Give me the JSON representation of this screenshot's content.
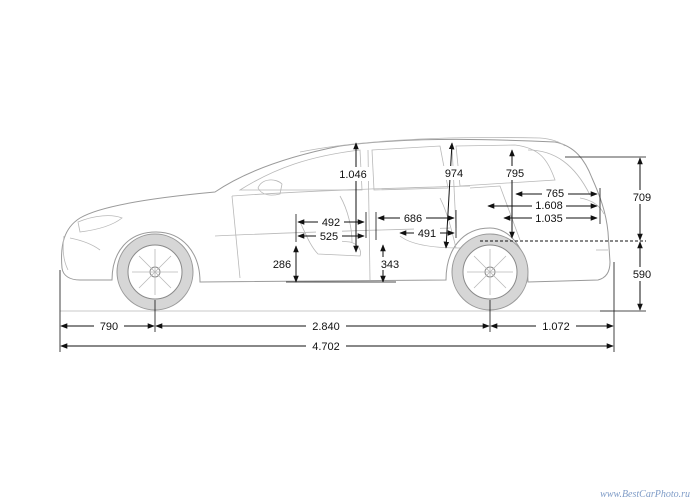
{
  "colors": {
    "line": "#111111",
    "car_outline": "#9a9a9a",
    "wheel": "#d6d6d6",
    "watermark": "#7f9cc7"
  },
  "dimensions": {
    "front_overhang": "790",
    "wheelbase": "2.840",
    "rear_overhang": "1.072",
    "overall_length": "4.702",
    "front_headroom": "1.046",
    "rear_headroom": "974",
    "cargo_height": "795",
    "cargo_length_top": "765",
    "cargo_length_folded": "1.608",
    "cargo_length_floor": "1.035",
    "front_legroom_a": "492",
    "front_legroom_b": "525",
    "rear_legroom_a": "686",
    "rear_legroom_b": "491",
    "front_seat_height": "286",
    "rear_seat_height": "343",
    "tailgate_height_upper": "709",
    "loading_sill_height": "590"
  },
  "watermark": "www.BestCarPhoto.ru"
}
